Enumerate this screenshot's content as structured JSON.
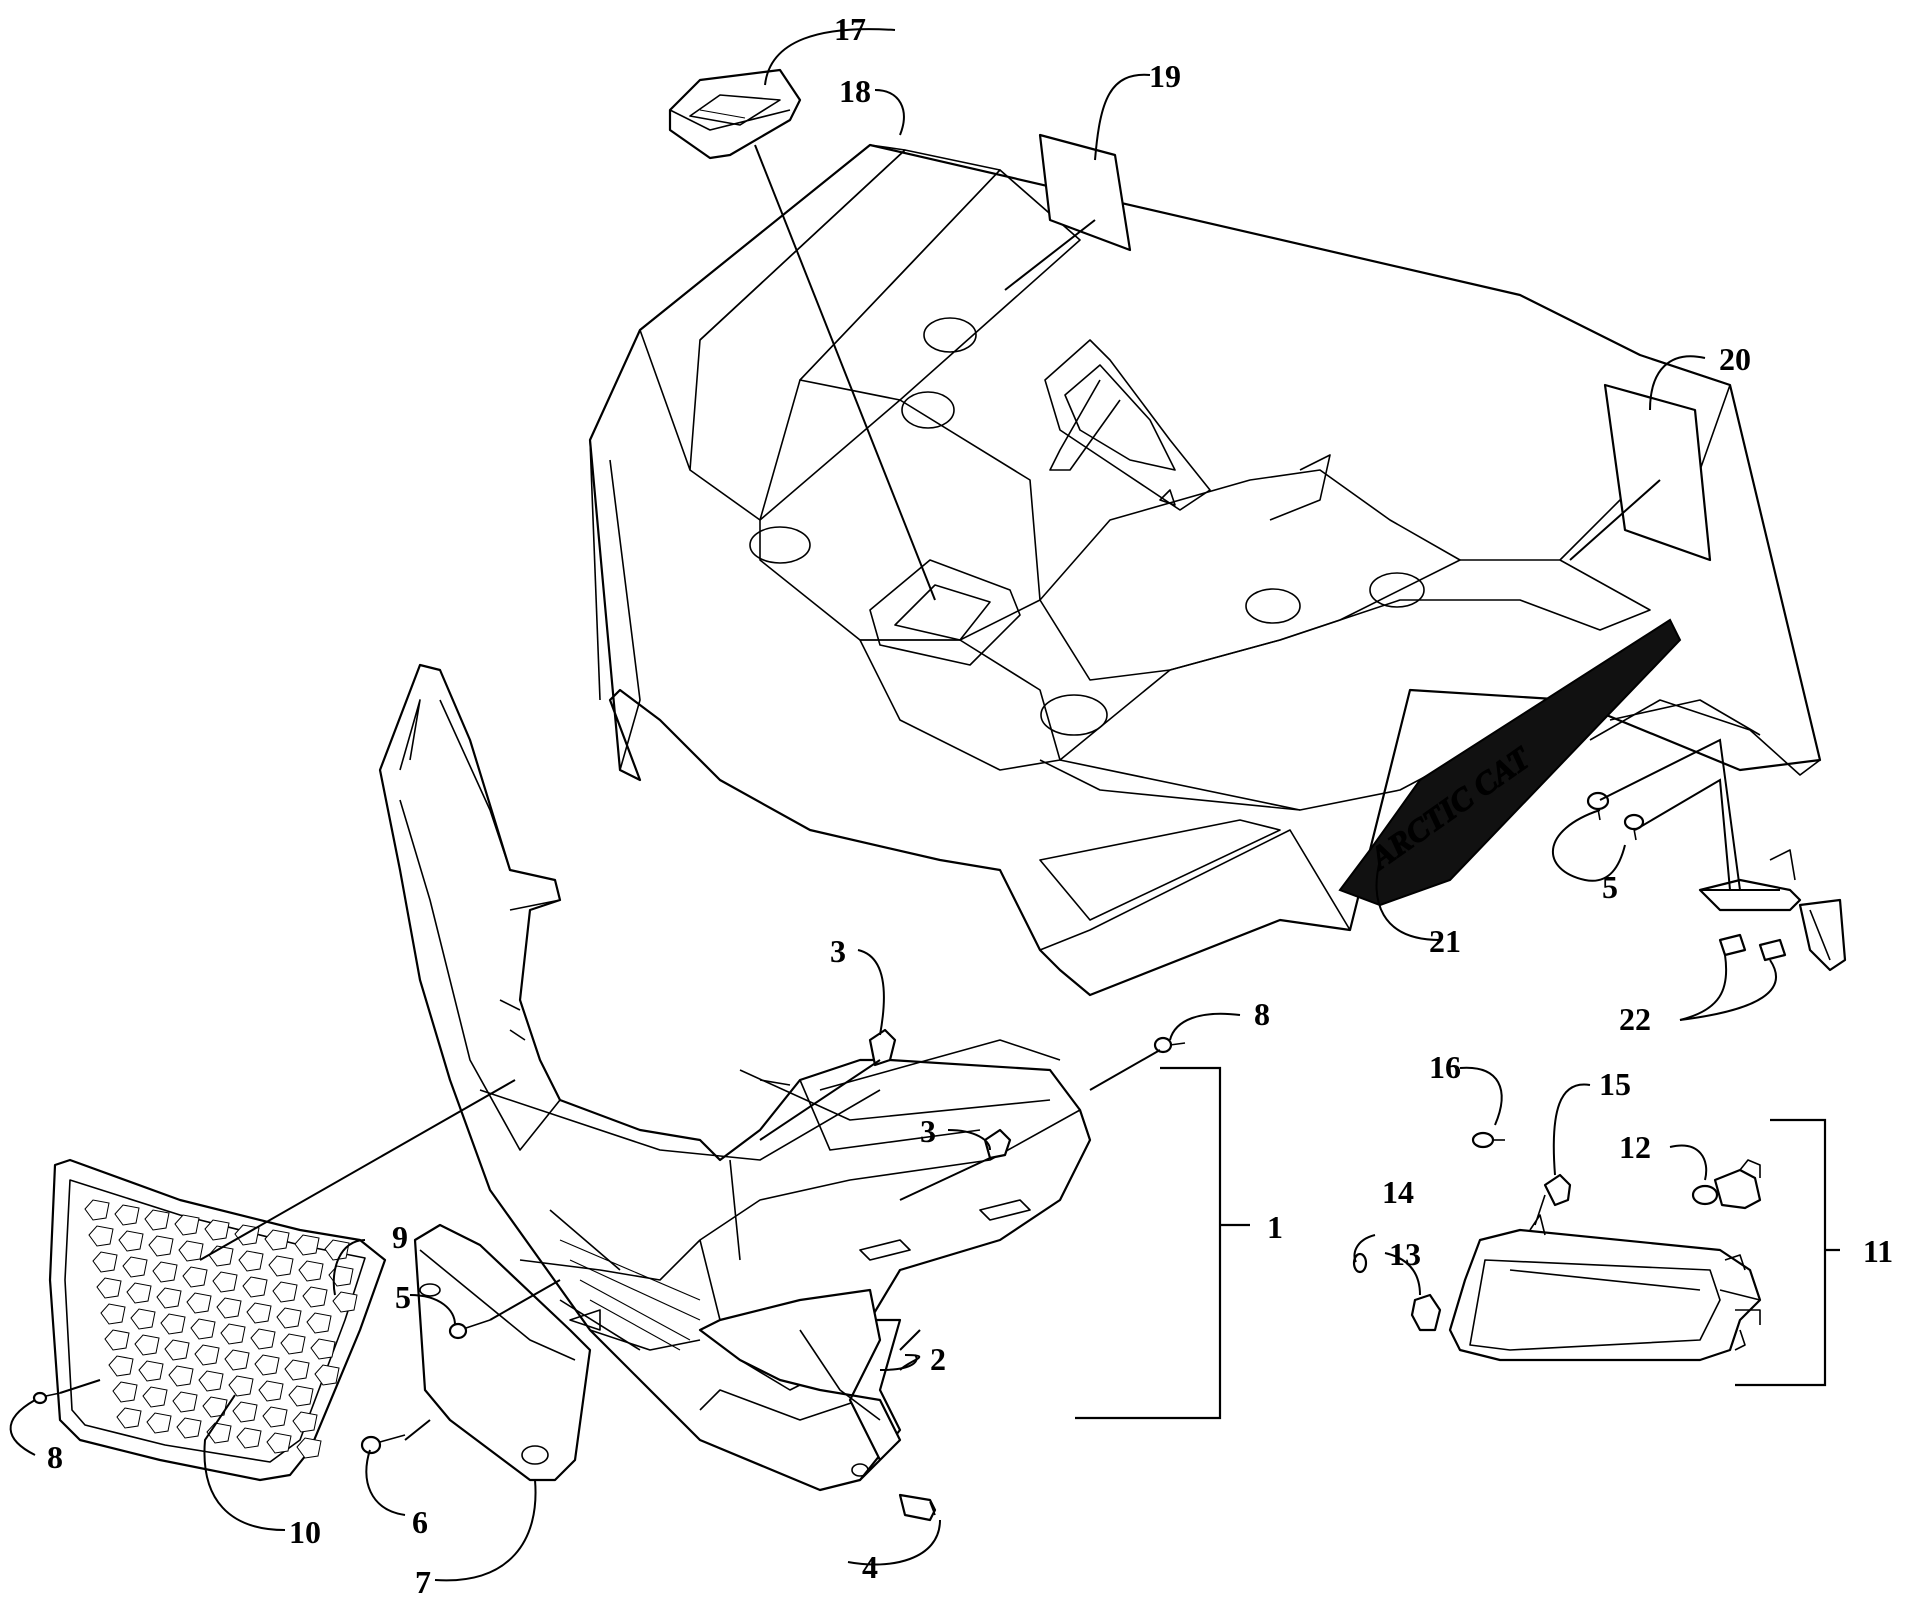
{
  "diagram": {
    "callouts": [
      "1",
      "2",
      "3",
      "3",
      "4",
      "5",
      "5",
      "6",
      "7",
      "8",
      "8",
      "9",
      "10",
      "11",
      "12",
      "13",
      "14",
      "15",
      "16",
      "17",
      "18",
      "19",
      "20",
      "21",
      "22"
    ],
    "decal_logo_text": "ARCTIC CAT"
  },
  "colors": {
    "line": "#000000",
    "background": "#ffffff",
    "decal": "#111111"
  }
}
